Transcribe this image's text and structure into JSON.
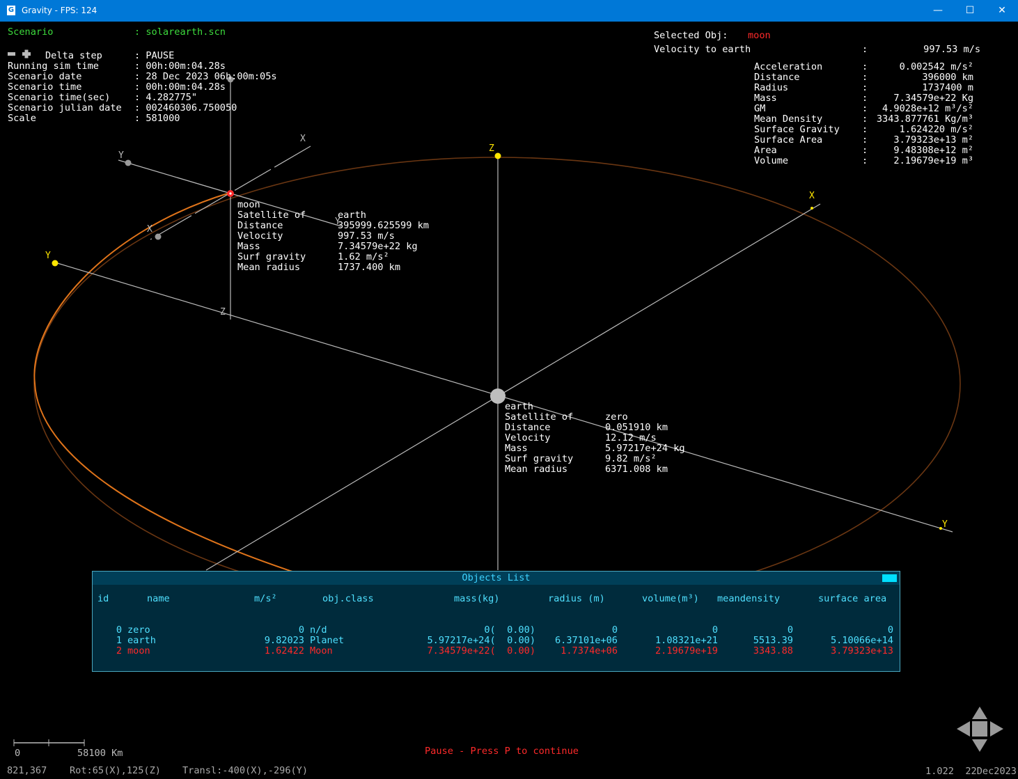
{
  "window": {
    "title": "Gravity - FPS: 124",
    "app_icon": "G",
    "minimize": "—",
    "maximize": "☐",
    "close": "✕"
  },
  "info": {
    "scenario_label": "Scenario",
    "scenario_value": ": solarearth.scn",
    "delta_label": "Delta step",
    "delta_value": ": PAUSE",
    "running_label": "Running sim time",
    "running_value": ": 00h:00m:04.28s",
    "date_label": "Scenario date",
    "date_value": ": 28 Dec 2023 06h:00m:05s",
    "time_label": "Scenario time",
    "time_value": ": 00h:00m:04.28s",
    "timesec_label": "Scenario time(sec)",
    "timesec_value": ": 4.282775\"",
    "julian_label": "Scenario julian date",
    "julian_value": ": 002460306.750050",
    "scale_label": "Scale",
    "scale_value": ": 581000"
  },
  "selected": {
    "label": "Selected Obj:",
    "name": "moon",
    "velocity_label": "Velocity to earth",
    "velocity_value": "997.53 m/s",
    "props": [
      {
        "label": "Acceleration",
        "value": "0.002542 m/s²"
      },
      {
        "label": "Distance",
        "value": "396000 km"
      },
      {
        "label": "Radius",
        "value": "1737400 m"
      },
      {
        "label": "Mass",
        "value": "7.34579e+22 Kg"
      },
      {
        "label": "GM",
        "value": "4.9028e+12 m³/s²"
      },
      {
        "label": "Mean Density",
        "value": "3343.877761 Kg/m³"
      },
      {
        "label": "Surface Gravity",
        "value": "1.624220 m/s²"
      },
      {
        "label": "Surface Area",
        "value": "3.79323e+13 m²"
      },
      {
        "label": "Area",
        "value": "9.48308e+12 m²"
      },
      {
        "label": "Volume",
        "value": "2.19679e+19 m³"
      }
    ]
  },
  "moon_label": {
    "name": "moon",
    "rows": [
      {
        "label": "Satellite of",
        "value": "earth"
      },
      {
        "label": "Distance",
        "value": "395999.625599 km"
      },
      {
        "label": "Velocity",
        "value": "997.53 m/s"
      },
      {
        "label": "Mass",
        "value": "7.34579e+22 kg"
      },
      {
        "label": "Surf gravity",
        "value": "1.62 m/s²"
      },
      {
        "label": "Mean radius",
        "value": "1737.400 km"
      }
    ]
  },
  "earth_label": {
    "name": "earth",
    "rows": [
      {
        "label": "Satellite of",
        "value": "zero"
      },
      {
        "label": "Distance",
        "value": "0.051910 km"
      },
      {
        "label": "Velocity",
        "value": "12.12 m/s"
      },
      {
        "label": "Mass",
        "value": "5.97217e+24 kg"
      },
      {
        "label": "Surf gravity",
        "value": "9.82 m/s²"
      },
      {
        "label": "Mean radius",
        "value": "6371.008 km"
      }
    ]
  },
  "axes": {
    "x": "X",
    "y": "Y",
    "z": "Z"
  },
  "objects_list": {
    "title": "Objects List",
    "headers": [
      "id",
      "name",
      "m/s²",
      "obj.class",
      "mass(kg)",
      "radius (m)",
      "volume(m³)",
      "meandensity",
      "surface area"
    ],
    "rows": [
      {
        "id": "0",
        "name": "zero",
        "ms2": "0",
        "cls": "n/d",
        "mass": "0(  0.00)",
        "radius": "0",
        "volume": "0",
        "density": "0",
        "area": "0"
      },
      {
        "id": "1",
        "name": "earth",
        "ms2": "9.82023",
        "cls": "Planet",
        "mass": "5.97217e+24(  0.00)",
        "radius": "6.37101e+06",
        "volume": "1.08321e+21",
        "density": "5513.39",
        "area": "5.10066e+14"
      },
      {
        "id": "2",
        "name": "moon",
        "ms2": "1.62422",
        "cls": "Moon",
        "mass": "7.34579e+22(  0.00)",
        "radius": "1.7374e+06",
        "volume": "2.19679e+19",
        "density": "3343.88",
        "area": "3.79323e+13"
      }
    ]
  },
  "scale_bar": {
    "start": "0",
    "end": "58100 Km"
  },
  "pause_message": "Pause - Press P to continue",
  "status": {
    "cursor": "821,367",
    "rotation": "Rot:65(X),125(Z)",
    "translation": "Transl:-400(X),-296(Y)",
    "version_date": "1.022  22Dec2023"
  },
  "colors": {
    "titlebar": "#0078d7",
    "orbit": "#e0741a",
    "highlight": "#ff2a2a",
    "green_text": "#3ddc3d",
    "cyan_text": "#4fe0ff",
    "axis_point": "#ffe600"
  }
}
